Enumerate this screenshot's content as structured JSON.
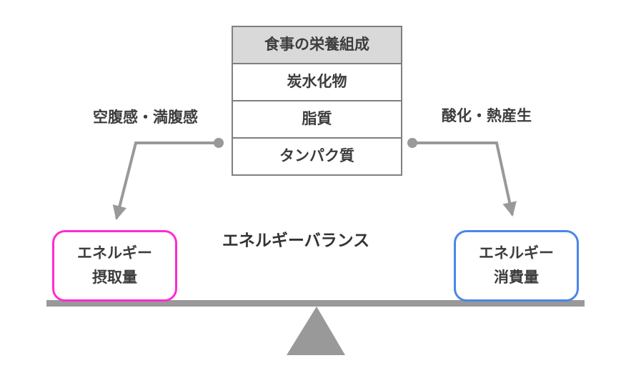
{
  "diagram": {
    "title": "エネルギーバランス",
    "nutrition_table": {
      "header": "食事の栄養組成",
      "rows": [
        "炭水化物",
        "脂質",
        "タンパク質"
      ]
    },
    "left_annotation": "空腹感・満腹感",
    "right_annotation": "酸化・熱産生",
    "intake_box": {
      "line1": "エネルギー",
      "line2": "摂取量"
    },
    "expenditure_box": {
      "line1": "エネルギー",
      "line2": "消費量"
    },
    "colors": {
      "intake_border": "#ff2ad4",
      "expenditure_border": "#4a86e8",
      "gray_shapes": "#999999",
      "table_border": "#7f7f7f",
      "table_header_bg": "#d9d9d9",
      "text": "#3d3d3d"
    }
  }
}
